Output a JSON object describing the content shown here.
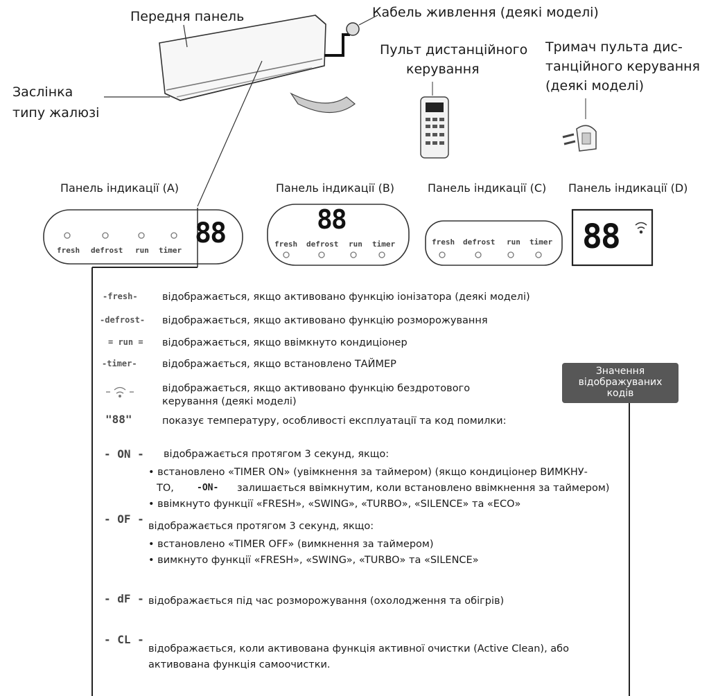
{
  "labels": {
    "front_panel": "Передня панель",
    "power_cable": "Кабель живлення (деякі моделі)",
    "remote_line1": "Пульт дистанційного",
    "remote_line2": "керування",
    "holder_line1": "Тримач пульта дис-",
    "holder_line2": "танційного керування",
    "holder_line3": "(деякі моделі)",
    "louver_line1": "Заслінка",
    "louver_line2": "типу жалюзі"
  },
  "panels": {
    "a": {
      "title": "Панель індикації (A)",
      "digits": "88",
      "indicators": [
        "fresh",
        "defrost",
        "run",
        "timer"
      ]
    },
    "b": {
      "title": "Панель індикації (B)",
      "digits": "88",
      "indicators": [
        "fresh",
        "defrost",
        "run",
        "timer"
      ]
    },
    "c": {
      "title": "Панель індикації (C)",
      "indicators": [
        "fresh",
        "defrost",
        "run",
        "timer"
      ]
    },
    "d": {
      "title": "Панель індикації (D)",
      "digits": "88"
    }
  },
  "legend": [
    "Значення",
    "відображуваних",
    "кодів"
  ],
  "codes": [
    {
      "code": "fresh",
      "desc": "відображається, якщо активовано функцію іонізатора (деякі моделі)"
    },
    {
      "code": "defrost",
      "desc": "відображається, якщо активовано функцію розморожування"
    },
    {
      "code": "run",
      "desc": "відображається, якщо ввімкнуто кондиціонер"
    },
    {
      "code": "timer",
      "desc": "відображається, якщо встановлено ТАЙМЕР"
    },
    {
      "code": "wifi",
      "desc": "відображається, якщо активовано функцію бездротового",
      "desc2": "керування (деякі моделі)"
    },
    {
      "code": "88",
      "desc": "показує температуру, особливості експлуатації та код помилки:"
    }
  ],
  "on_block": {
    "code": "ON",
    "title": "відображається протягом 3 секунд, якщо:",
    "b1": "• встановлено «TIMER ON» (увімкнення за таймером) (якщо кондиціонер ВИМКНУ-",
    "b1_pre": "ТО,",
    "b1_post": "залишається ввімкнутим, коли встановлено ввімкнення за таймером)",
    "b2": "• ввімкнуто функції «FRESH», «SWING», «TURBO», «SILENCE» та «ECO»"
  },
  "of_block": {
    "code": "OF",
    "title": "відображається протягом 3 секунд, якщо:",
    "b1": "• встановлено «TIMER OFF» (вимкнення за таймером)",
    "b2": "• вимкнуто функції «FRESH», «SWING», «TURBO» та «SILENCE»"
  },
  "df_block": {
    "code": "dF",
    "desc": "відображається під час розморожування (охолодження та обігрів)"
  },
  "cl_block": {
    "code": "CL",
    "line1": "відображається, коли активована функція активної очистки (Active Clean), або",
    "line2": "активована функція самоочистки."
  }
}
